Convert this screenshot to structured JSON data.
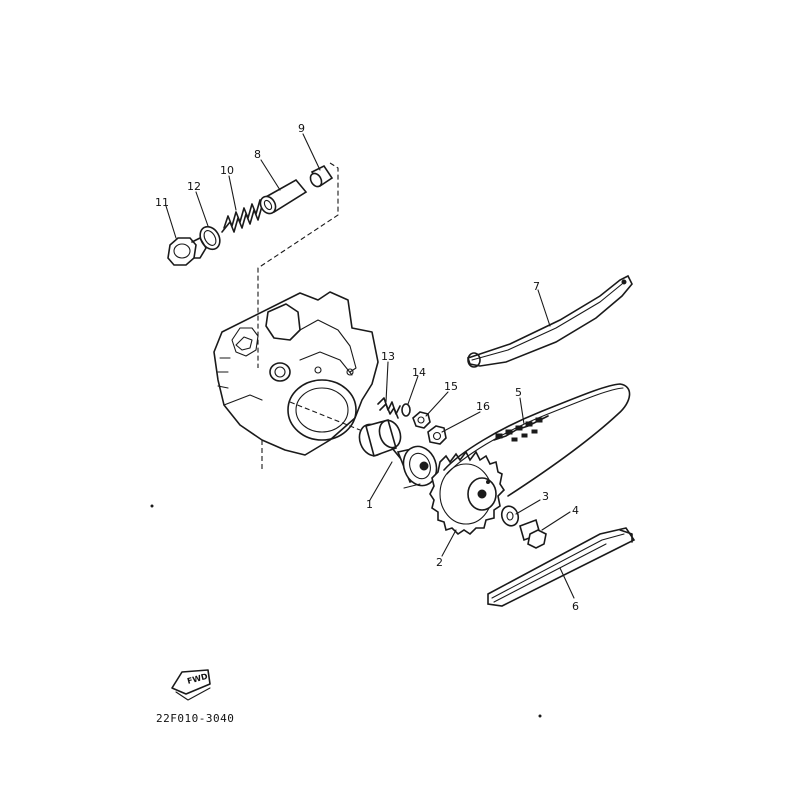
{
  "diagram": {
    "drawing_code": "22F010-3040",
    "direction_label": "FWD",
    "callouts": [
      "1",
      "2",
      "3",
      "4",
      "5",
      "6",
      "7",
      "8",
      "9",
      "10",
      "11",
      "12",
      "13",
      "14",
      "15",
      "16"
    ]
  },
  "colors": {
    "ink": "#1a1a1a",
    "background": "#ffffff"
  }
}
